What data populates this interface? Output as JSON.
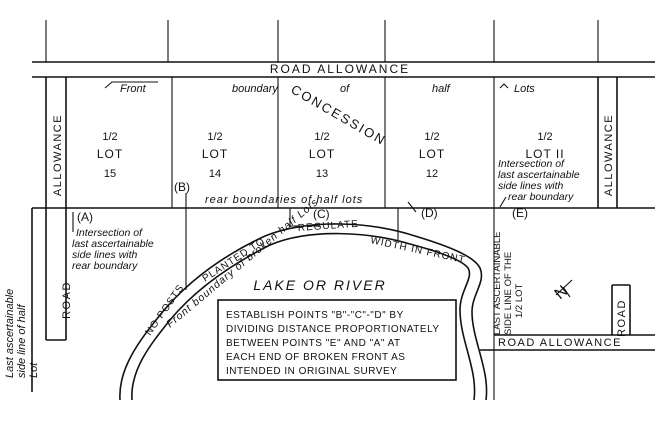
{
  "labels": {
    "road_allowance_top": "ROAD          ALLOWANCE",
    "front_label": "Front",
    "boundary_label": "boundary",
    "of_label": "of",
    "half_label": "half",
    "lots_label": "Lots",
    "concession": "CONCESSION",
    "allowance_left": "ALLOWANCE",
    "allowance_right": "ALLOWANCE",
    "rear_boundaries": "rear  boundaries  of  half  lots",
    "point_a": "(A)",
    "point_b": "(B)",
    "point_c": "(C)",
    "point_d": "(D)",
    "point_e": "(E)",
    "note_left": [
      "Intersection of",
      "last ascertainable",
      "side lines with",
      "rear boundary"
    ],
    "note_right": [
      "Intersection of",
      "last ascertainable",
      "side lines with",
      "rear boundary"
    ],
    "last_ascertainable_left": [
      "Last ascertainable",
      "side line of half",
      "Lot"
    ],
    "road_left": "ROAD",
    "road_right": "ROAD",
    "road_allowance_bottom": "ROAD    ALLOWANCE",
    "last_ascertainable_right": [
      "LAST ASCERTAINABLE",
      "SIDE LINE OF THE",
      "1/2 LOT"
    ],
    "regulate": "REGULATE",
    "planted_to": "PLANTED  TO",
    "no_posts": "NO POSTS",
    "width_in_front": "WIDTH  IN FRONT",
    "broken_front": "Front  boundary  of  broken  half  Lots",
    "lake": "LAKE  OR  RIVER",
    "north": "N"
  },
  "lots": [
    {
      "fraction": "1/2",
      "name": "LOT",
      "number": "15"
    },
    {
      "fraction": "1/2",
      "name": "LOT",
      "number": "14"
    },
    {
      "fraction": "1/2",
      "name": "LOT",
      "number": "13"
    },
    {
      "fraction": "1/2",
      "name": "LOT",
      "number": "12"
    },
    {
      "fraction": "1/2",
      "name": "LOT II",
      "number": ""
    }
  ],
  "instruction": [
    "ESTABLISH POINTS \"B\"-\"C\"-\"D\" BY",
    "DIVIDING DISTANCE PROPORTIONATELY",
    "BETWEEN POINTS \"E\" AND \"A\" AT",
    "EACH END OF BROKEN FRONT AS",
    "INTENDED IN ORIGINAL SURVEY"
  ],
  "colors": {
    "ink": "#111111",
    "paper": "#ffffff"
  }
}
